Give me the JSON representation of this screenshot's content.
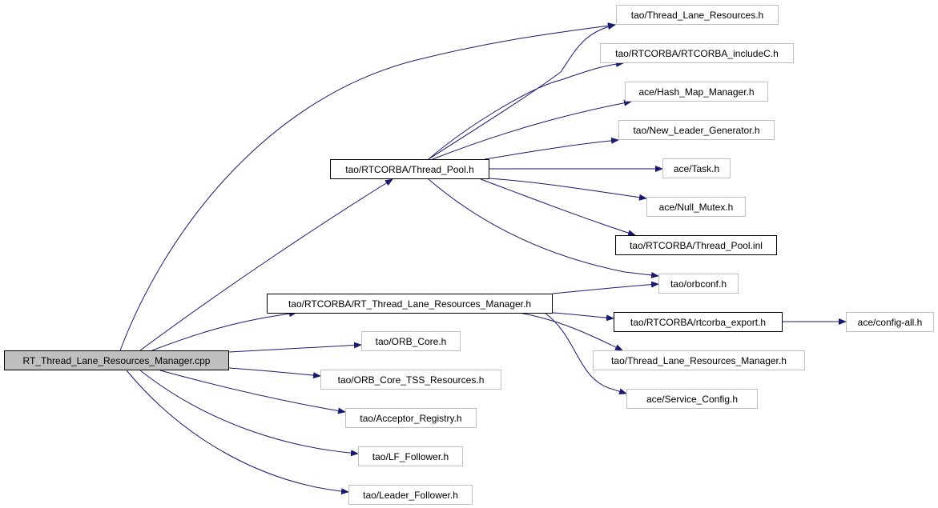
{
  "nodes": {
    "cpp": {
      "label": "RT_Thread_Lane_Resources_Manager.cpp"
    },
    "thread_pool_h": {
      "label": "tao/RTCORBA/Thread_Pool.h"
    },
    "rt_tlrm_h": {
      "label": "tao/RTCORBA/RT_Thread_Lane_Resources_Manager.h"
    },
    "thread_lane_resources_h": {
      "label": "tao/Thread_Lane_Resources.h"
    },
    "rtcorba_includec_h": {
      "label": "tao/RTCORBA/RTCORBA_includeC.h"
    },
    "hash_map_manager_h": {
      "label": "ace/Hash_Map_Manager.h"
    },
    "new_leader_generator_h": {
      "label": "tao/New_Leader_Generator.h"
    },
    "task_h": {
      "label": "ace/Task.h"
    },
    "null_mutex_h": {
      "label": "ace/Null_Mutex.h"
    },
    "thread_pool_inl": {
      "label": "tao/RTCORBA/Thread_Pool.inl"
    },
    "orbconf_h": {
      "label": "tao/orbconf.h"
    },
    "rtcorba_export_h": {
      "label": "tao/RTCORBA/rtcorba_export.h"
    },
    "config_all_h": {
      "label": "ace/config-all.h"
    },
    "tlrm_h": {
      "label": "tao/Thread_Lane_Resources_Manager.h"
    },
    "service_config_h": {
      "label": "ace/Service_Config.h"
    },
    "orb_core_h": {
      "label": "tao/ORB_Core.h"
    },
    "orb_core_tss_h": {
      "label": "tao/ORB_Core_TSS_Resources.h"
    },
    "acceptor_registry_h": {
      "label": "tao/Acceptor_Registry.h"
    },
    "lf_follower_h": {
      "label": "tao/LF_Follower.h"
    },
    "leader_follower_h": {
      "label": "tao/Leader_Follower.h"
    }
  },
  "edges": [
    {
      "from": "cpp",
      "to": "thread_lane_resources_h"
    },
    {
      "from": "cpp",
      "to": "thread_pool_h"
    },
    {
      "from": "cpp",
      "to": "rt_tlrm_h"
    },
    {
      "from": "cpp",
      "to": "orb_core_h"
    },
    {
      "from": "cpp",
      "to": "orb_core_tss_h"
    },
    {
      "from": "cpp",
      "to": "acceptor_registry_h"
    },
    {
      "from": "cpp",
      "to": "lf_follower_h"
    },
    {
      "from": "cpp",
      "to": "leader_follower_h"
    },
    {
      "from": "thread_pool_h",
      "to": "thread_lane_resources_h"
    },
    {
      "from": "thread_pool_h",
      "to": "rtcorba_includec_h"
    },
    {
      "from": "thread_pool_h",
      "to": "hash_map_manager_h"
    },
    {
      "from": "thread_pool_h",
      "to": "new_leader_generator_h"
    },
    {
      "from": "thread_pool_h",
      "to": "task_h"
    },
    {
      "from": "thread_pool_h",
      "to": "null_mutex_h"
    },
    {
      "from": "thread_pool_h",
      "to": "thread_pool_inl"
    },
    {
      "from": "thread_pool_h",
      "to": "orbconf_h"
    },
    {
      "from": "rt_tlrm_h",
      "to": "orbconf_h"
    },
    {
      "from": "rt_tlrm_h",
      "to": "rtcorba_export_h"
    },
    {
      "from": "rt_tlrm_h",
      "to": "tlrm_h"
    },
    {
      "from": "rt_tlrm_h",
      "to": "service_config_h"
    },
    {
      "from": "rtcorba_export_h",
      "to": "config_all_h"
    }
  ],
  "colors": {
    "edge": "#191970",
    "root_fill": "#bfbfbf",
    "documented_border": "#000000",
    "undocumented_border": "#bfbfbf"
  }
}
